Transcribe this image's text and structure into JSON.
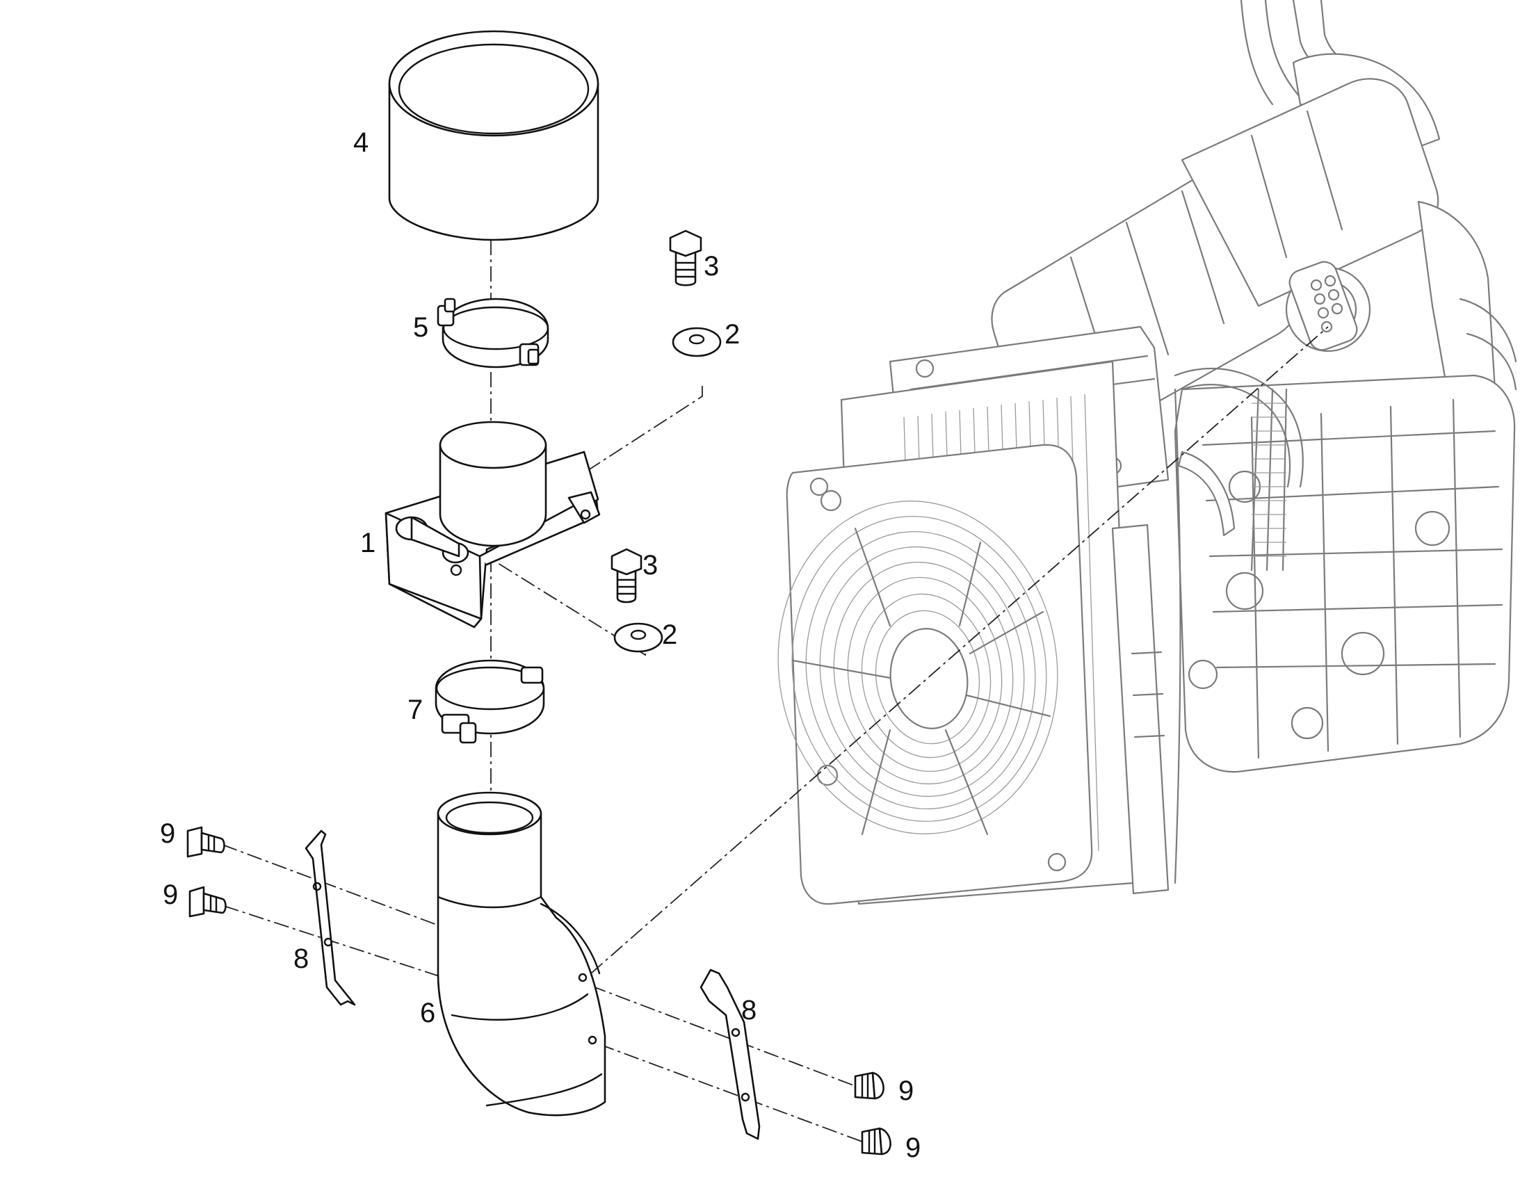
{
  "diagram": {
    "callouts": [
      {
        "id": "c4",
        "text": "4"
      },
      {
        "id": "c3a",
        "text": "3"
      },
      {
        "id": "c5",
        "text": "5"
      },
      {
        "id": "c2a",
        "text": "2"
      },
      {
        "id": "c1",
        "text": "1"
      },
      {
        "id": "c3b",
        "text": "3"
      },
      {
        "id": "c2b",
        "text": "2"
      },
      {
        "id": "c7",
        "text": "7"
      },
      {
        "id": "c9a",
        "text": "9"
      },
      {
        "id": "c9b",
        "text": "9"
      },
      {
        "id": "c8a",
        "text": "8"
      },
      {
        "id": "c6",
        "text": "6"
      },
      {
        "id": "c8b",
        "text": "8"
      },
      {
        "id": "c9c",
        "text": "9"
      },
      {
        "id": "c9d",
        "text": "9"
      }
    ]
  }
}
